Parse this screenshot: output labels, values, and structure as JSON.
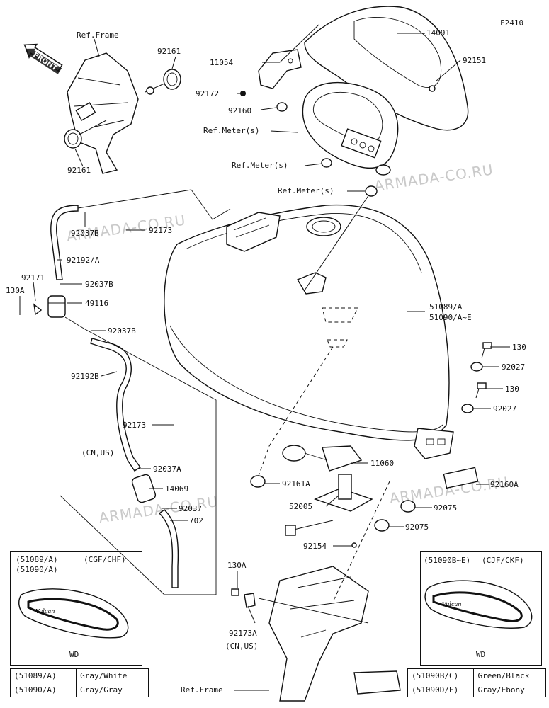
{
  "figure_code": "F2410",
  "watermark": "ARMADA-CO.RU",
  "front_label": "FRONT",
  "callouts": {
    "ref_frame_top": "Ref.Frame",
    "c14091": "14091",
    "c11054": "11054",
    "c92151": "92151",
    "c92161_top": "92161",
    "c92172": "92172",
    "c92160": "92160",
    "ref_meter_1": "Ref.Meter(s)",
    "ref_meter_2": "Ref.Meter(s)",
    "ref_meter_3": "Ref.Meter(s)",
    "c92161_bottom": "92161",
    "c92037B_1": "92037B",
    "c92173_1": "92173",
    "c92192A": "92192/A",
    "c92171": "92171",
    "c130A_1": "130A",
    "c92037B_2": "92037B",
    "c49116": "49116",
    "c92037B_3": "92037B",
    "c51089A": "51089/A",
    "c51090AE": "51090/A~E",
    "c92192B": "92192B",
    "c130_1": "130",
    "c92027_1": "92027",
    "c130_2": "130",
    "c92027_2": "92027",
    "c92173_2": "92173",
    "cn_us_1": "(CN,US)",
    "c92037A": "92037A",
    "c11060": "11060",
    "c92161A": "92161A",
    "c14069": "14069",
    "c92160A": "92160A",
    "c92037": "92037",
    "c52005": "52005",
    "c92075_1": "92075",
    "c702": "702",
    "c92075_2": "92075",
    "c92154": "92154",
    "c130A_2": "130A",
    "c92173A": "92173A",
    "cn_us_2": "(CN,US)",
    "ref_frame_bottom": "Ref.Frame"
  },
  "inset_left": {
    "models": "(51089/A)\n(51090/A)",
    "model1": "(51089/A)",
    "model2": "(51090/A)",
    "codes": "(CGF/CHF)",
    "view": "WD",
    "logo": "Vulcan"
  },
  "inset_right": {
    "model": "(51090B~E)",
    "codes": "(CJF/CKF)",
    "view": "WD",
    "logo": "Vulcan"
  },
  "table_left": [
    {
      "part": "(51089/A)",
      "color": "Gray/White"
    },
    {
      "part": "(51090/A)",
      "color": "Gray/Gray"
    }
  ],
  "table_right": [
    {
      "part": "(51090B/C)",
      "color": "Green/Black"
    },
    {
      "part": "(51090D/E)",
      "color": "Gray/Ebony"
    }
  ]
}
